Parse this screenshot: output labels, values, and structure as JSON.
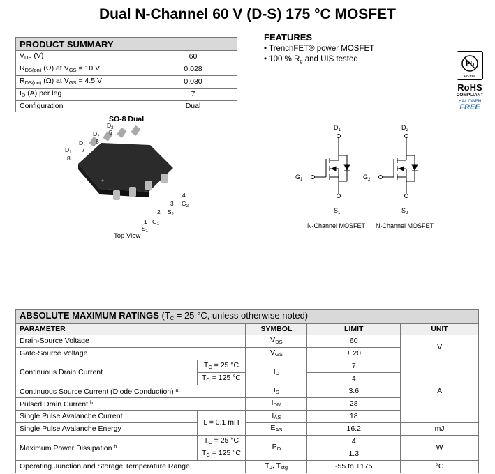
{
  "title": "Dual N-Channel 60 V (D-S) 175 °C MOSFET",
  "product_summary": {
    "heading": "PRODUCT SUMMARY",
    "rows": [
      {
        "param": "VDS (V)",
        "value": "60"
      },
      {
        "param": "RDS(on) (Ω) at VGS = 10 V",
        "value": "0.028"
      },
      {
        "param": "RDS(on) (Ω) at VGS = 4.5 V",
        "value": "0.030"
      },
      {
        "param": "ID (A) per leg",
        "value": "7"
      },
      {
        "param": "Configuration",
        "value": "Dual"
      }
    ]
  },
  "features": {
    "heading": "FEATURES",
    "items": [
      "TrenchFET® power MOSFET",
      "100 % Rg and UIS tested"
    ]
  },
  "rohs": {
    "pb_small": "Pb-free",
    "label": "RoHS",
    "compliant": "COMPLIANT",
    "halogen": "HALOGEN",
    "free": "FREE"
  },
  "package": {
    "name": "SO-8 Dual",
    "view": "Top View",
    "pins": [
      "S1",
      "G1",
      "S2",
      "G2",
      "D2",
      "D2",
      "D1",
      "D1"
    ]
  },
  "circuit": {
    "caption_left": "N-Channel MOSFET",
    "caption_right": "N-Channel MOSFET"
  },
  "amr": {
    "heading": "ABSOLUTE MAXIMUM RATINGS",
    "condition": "(TC = 25 °C, unless otherwise noted)",
    "col_param": "PARAMETER",
    "col_symbol": "SYMBOL",
    "col_limit": "LIMIT",
    "col_unit": "UNIT",
    "rows": [
      {
        "param": "Drain-Source Voltage",
        "symbol": "VDS",
        "limit": "60"
      },
      {
        "param": "Gate-Source Voltage",
        "symbol": "VGS",
        "limit": "± 20"
      },
      {
        "param": "Continuous Drain Current",
        "cond1": "TC = 25 °C",
        "cond2": "TC = 125 °C",
        "symbol": "ID",
        "limit1": "7",
        "limit2": "4"
      },
      {
        "param": "Continuous Source Current (Diode Conduction)",
        "note": "a",
        "symbol": "IS",
        "limit": "3.6"
      },
      {
        "param": "Pulsed Drain Current",
        "note": "b",
        "symbol": "IDM",
        "limit": "28"
      },
      {
        "param": "Single Pulse Avalanche Current",
        "cond": "L = 0.1 mH",
        "symbol": "IAS",
        "limit": "18"
      },
      {
        "param": "Single Pulse Avalanche Energy",
        "symbol": "EAS",
        "limit": "16.2"
      },
      {
        "param": "Maximum Power Dissipation",
        "note": "b",
        "cond1": "TC = 25 °C",
        "cond2": "TC = 125 °C",
        "symbol": "PD",
        "limit1": "4",
        "limit2": "1.3"
      },
      {
        "param": "Operating Junction and Storage Temperature Range",
        "symbol": "TJ, Tstg",
        "limit": "-55 to +175"
      }
    ],
    "units": {
      "v": "V",
      "a": "A",
      "mj": "mJ",
      "w": "W",
      "c": "°C"
    }
  }
}
